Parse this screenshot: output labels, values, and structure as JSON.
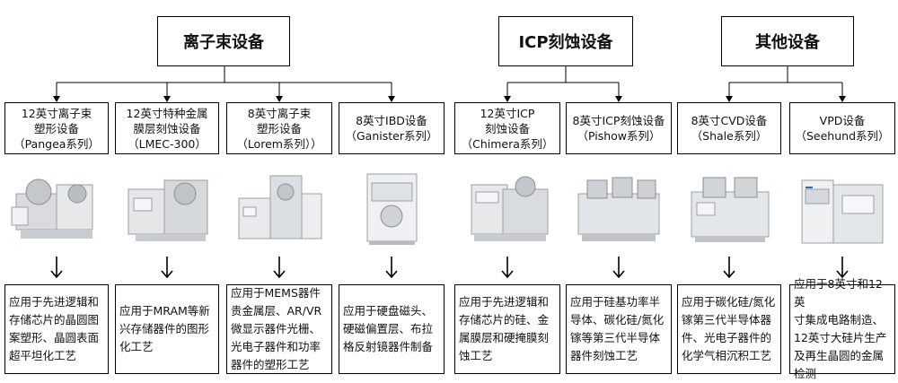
{
  "categories": [
    {
      "label": "离子束设备"
    },
    {
      "label": "ICP刻蚀设备"
    },
    {
      "label": "其他设备"
    }
  ],
  "products": [
    {
      "name": "12英寸离子束\n塑形设备\n（Pangea系列）",
      "description": "应用于先进逻辑和\n存储芯片的晶圆图\n案塑形、晶圆表面\n超平坦化工艺"
    },
    {
      "name": "12英寸特种金属\n膜层刻蚀设备\n（LMEC-300）",
      "description": "应用于MRAM等新\n兴存储器件的图形\n化工艺"
    },
    {
      "name": "8英寸离子束\n塑形设备\n（Lorem系列））",
      "description": "应用于MEMS器件\n贵金属层、AR/VR\n微显示器件光栅、\n光电子器件和功率\n器件的塑形工艺"
    },
    {
      "name": "8英寸IBD设备\n（Ganister系列）",
      "description": "应用于硬盘磁头、\n硬磁偏置层、布拉\n格反射镜器件制备"
    },
    {
      "name": "12英寸ICP\n刻蚀设备\n（Chimera系列）",
      "description": "应用于先进逻辑和\n存储芯片的硅、金\n属膜层和硬掩膜刻\n蚀工艺"
    },
    {
      "name": "8英寸ICP刻蚀设备\n（Pishow系列）",
      "description": "应用于硅基功率半\n导体、碳化硅/氮化\n镓等第三代半导体\n器件刻蚀工艺"
    },
    {
      "name": "8英寸CVD设备\n（Shale系列）",
      "description": "应用于碳化硅/氮化\n镓第三代半导体器\n件、光电子器件的\n化学气相沉积工艺"
    },
    {
      "name": "VPD设备\n（Seehund系列）",
      "description": "应用于8英寸和12英\n寸集成电路制造、\n12英寸大硅片生产\n及再生晶圆的金属\n检测"
    }
  ]
}
